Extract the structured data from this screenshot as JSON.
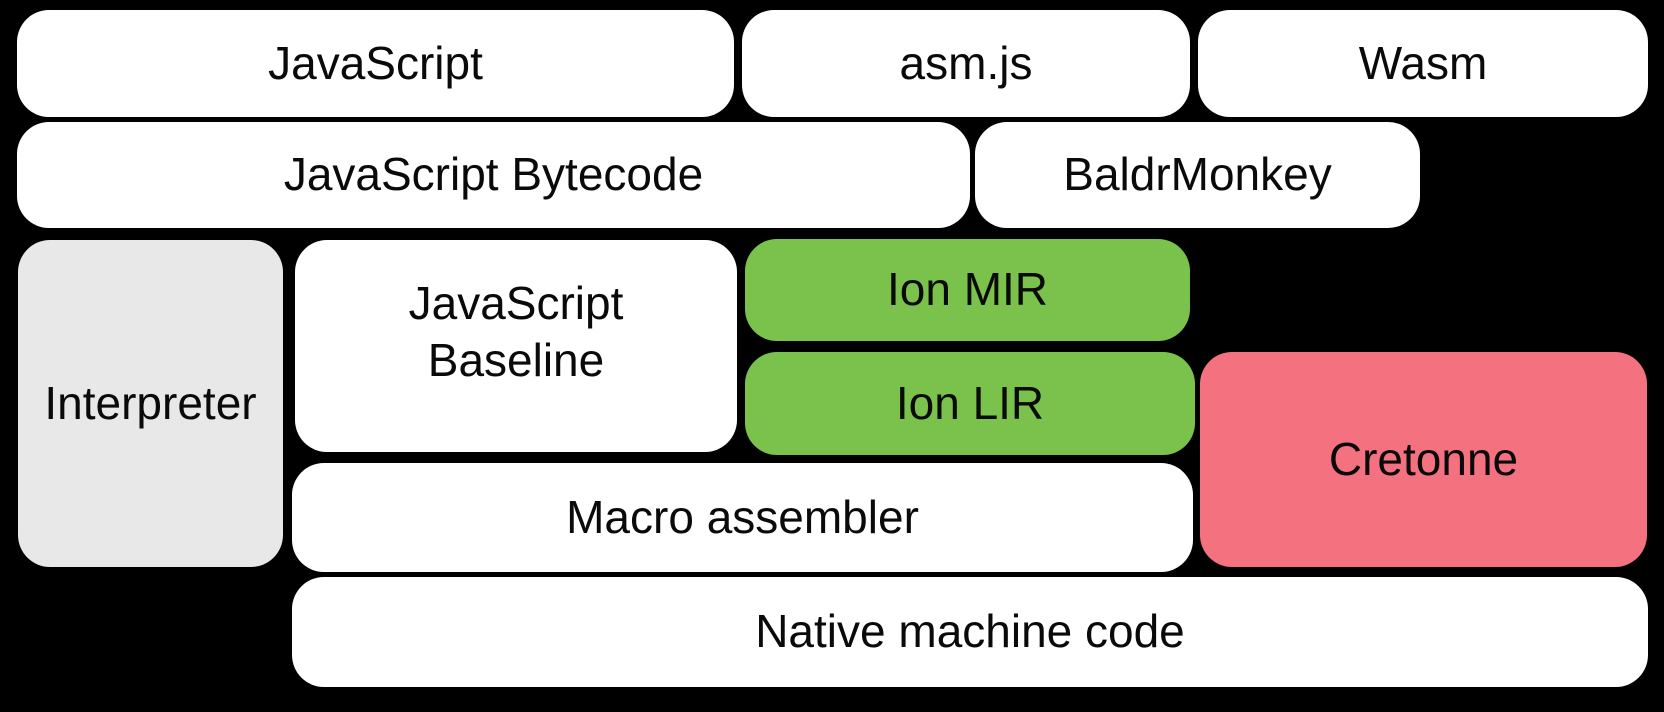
{
  "diagram": {
    "title": "SpiderMonkey compilation pipeline diagram",
    "background_color": "#000000",
    "colors": {
      "box_white": "#ffffff",
      "box_gray": "#e8e8e8",
      "box_green": "#7ac24b",
      "box_pink": "#f47180",
      "text": "#0a0a0a"
    },
    "boxes": {
      "javascript": {
        "label": "JavaScript"
      },
      "asmjs": {
        "label": "asm.js"
      },
      "wasm": {
        "label": "Wasm"
      },
      "bytecode": {
        "label": "JavaScript Bytecode"
      },
      "baldrmonkey": {
        "label": "BaldrMonkey"
      },
      "interpreter": {
        "label": "Interpreter"
      },
      "baseline": {
        "label": "JavaScript Baseline",
        "lines": {
          "0": "JavaScript",
          "1": "Baseline"
        }
      },
      "ion_mir": {
        "label": "Ion MIR"
      },
      "ion_lir": {
        "label": "Ion LIR"
      },
      "cretonne": {
        "label": "Cretonne"
      },
      "macro_assembler": {
        "label": "Macro assembler"
      },
      "native": {
        "label": "Native machine code"
      }
    }
  }
}
